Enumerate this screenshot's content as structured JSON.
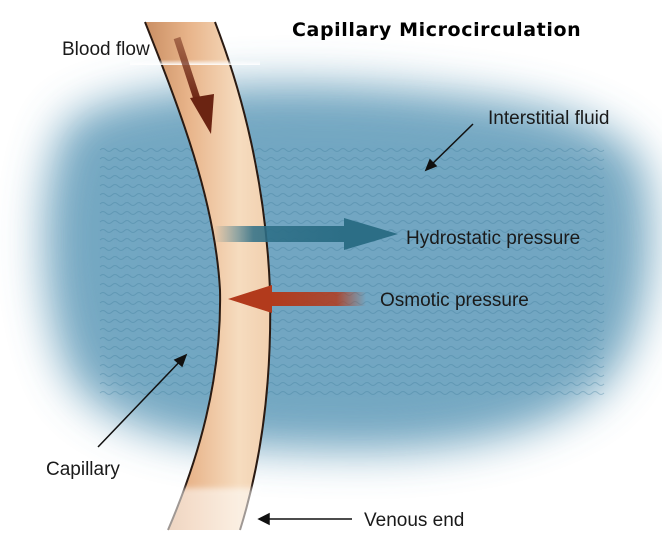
{
  "title": "Capillary Microcirculation",
  "labels": {
    "blood_flow": "Blood flow",
    "interstitial_fluid": "Interstitial fluid",
    "hydrostatic_pressure": "Hydrostatic pressure",
    "osmotic_pressure": "Osmotic pressure",
    "capillary": "Capillary",
    "venous_end": "Venous end"
  },
  "colors": {
    "fluid": "#5f9ab8",
    "capillary_light": "#f4d2b0",
    "capillary_dark": "#c98e63",
    "hydrostatic_arrow": "#2c6e86",
    "osmotic_arrow": "#b23a1c",
    "flow_arrow": "#6b2412"
  }
}
